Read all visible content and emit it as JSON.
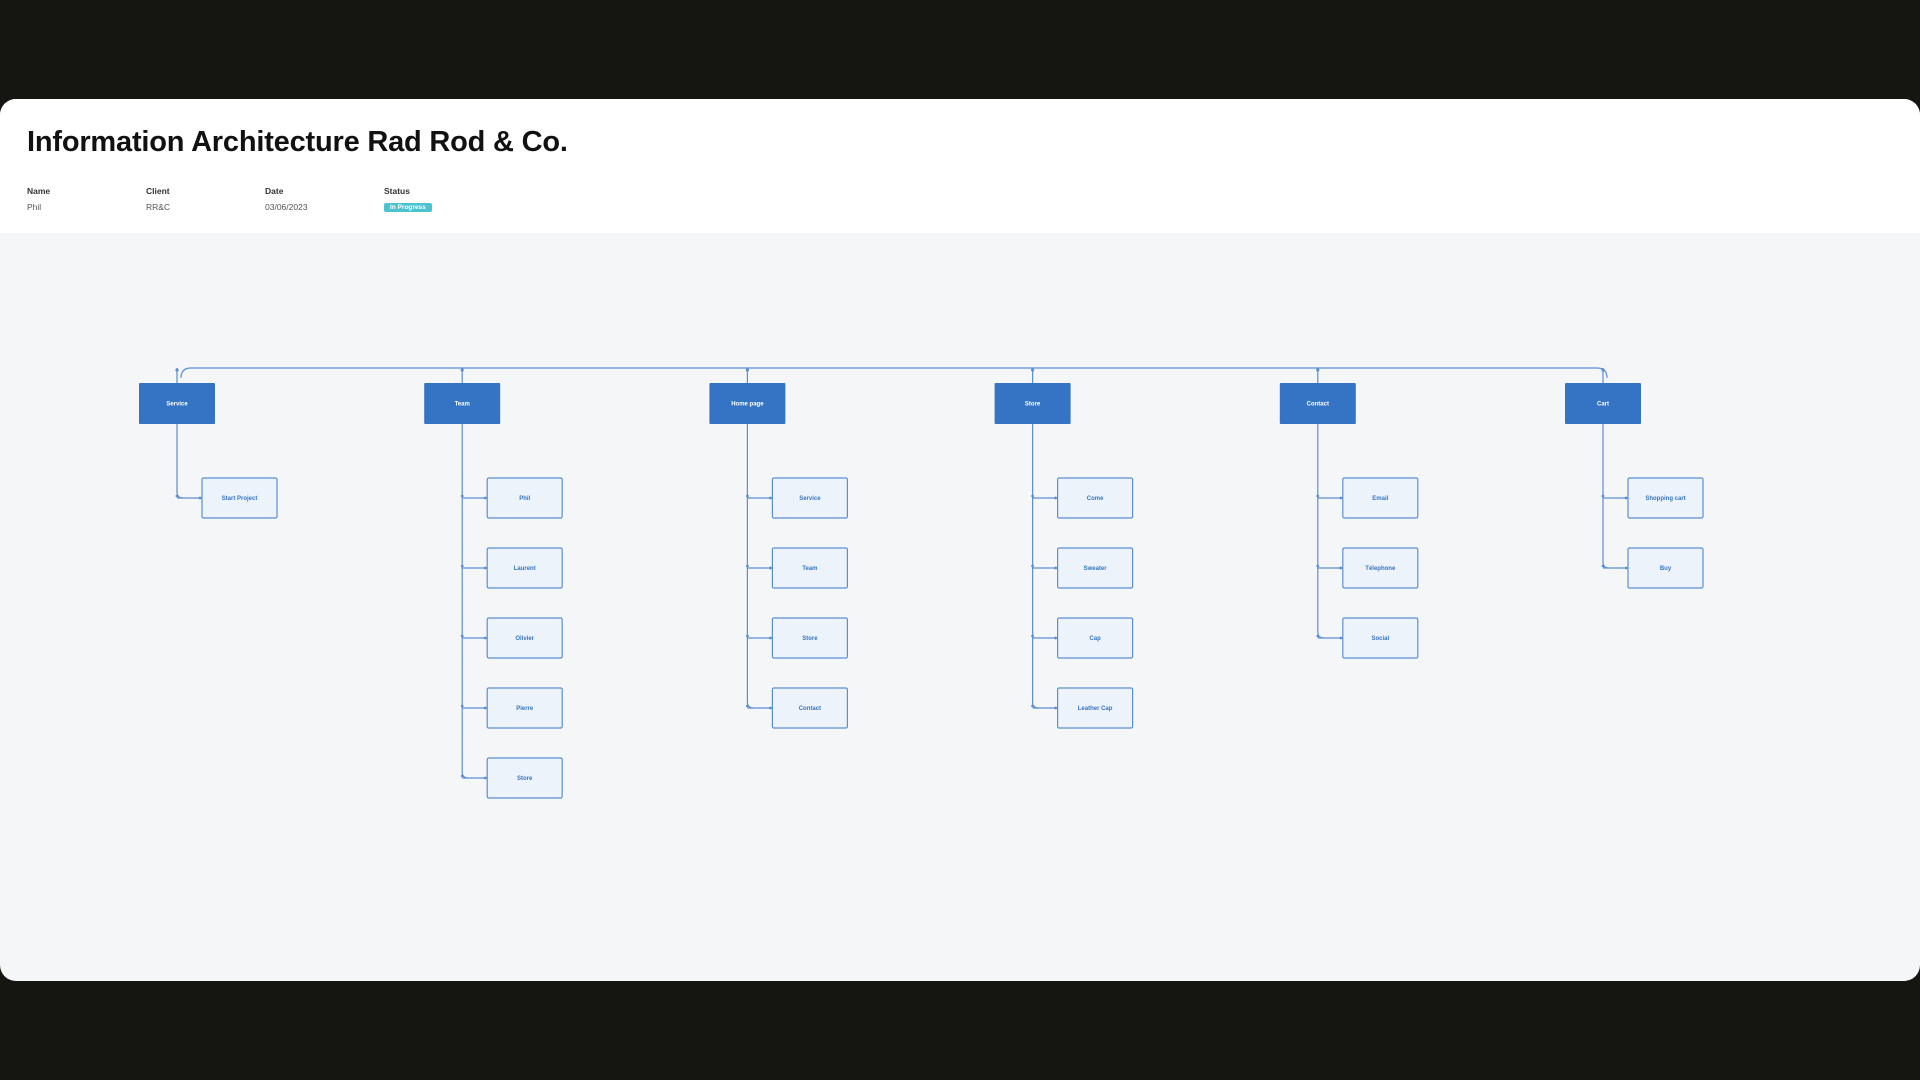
{
  "header": {
    "title": "Information Architecture Rad Rod & Co.",
    "meta": [
      {
        "label": "Name",
        "value": "Phil"
      },
      {
        "label": "Client",
        "value": "RR&C"
      },
      {
        "label": "Date",
        "value": "03/06/2023"
      },
      {
        "label": "Status",
        "value": "In Progress"
      }
    ]
  },
  "colors": {
    "primary": "#3574c4",
    "child_fill": "#edf3fb",
    "child_text": "#3574c4",
    "line": "#5b8fd3",
    "status": "#4cc3d0"
  },
  "tree": [
    {
      "label": "Service",
      "children": [
        "Start Project"
      ]
    },
    {
      "label": "Team",
      "children": [
        "Phil",
        "Laurent",
        "Olivier",
        "Pierre",
        "Store"
      ]
    },
    {
      "label": "Home page",
      "children": [
        "Service",
        "Team",
        "Store",
        "Contact"
      ]
    },
    {
      "label": "Store",
      "children": [
        "Come",
        "Sweater",
        "Cap",
        "Leather Cap"
      ]
    },
    {
      "label": "Contact",
      "children": [
        "Email",
        "Télephone",
        "Social"
      ]
    },
    {
      "label": "Cart",
      "children": [
        "Shopping cart",
        "Buy"
      ]
    }
  ]
}
